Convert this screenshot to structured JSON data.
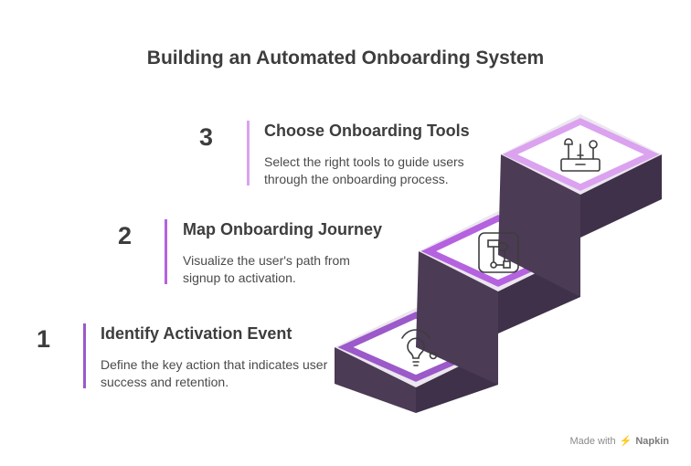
{
  "title": "Building an Automated Onboarding System",
  "steps": [
    {
      "number": "1",
      "heading": "Identify Activation Event",
      "description": "Define the key action that indicates user success and retention.",
      "icon": "lightbulb-icon",
      "accent": "#9b59c9"
    },
    {
      "number": "2",
      "heading": "Map Onboarding Journey",
      "description": "Visualize the user's path from signup to activation.",
      "icon": "flowchart-icon",
      "accent": "#b562e0"
    },
    {
      "number": "3",
      "heading": "Choose Onboarding Tools",
      "description": "Select the right tools to guide users through the onboarding process.",
      "icon": "toolbox-icon",
      "accent": "#dba2f0"
    }
  ],
  "footer": {
    "prefix": "Made with",
    "brand": "Napkin"
  },
  "colors": {
    "block_side": "#4b3b55",
    "block_top": "#e9e4ea"
  }
}
